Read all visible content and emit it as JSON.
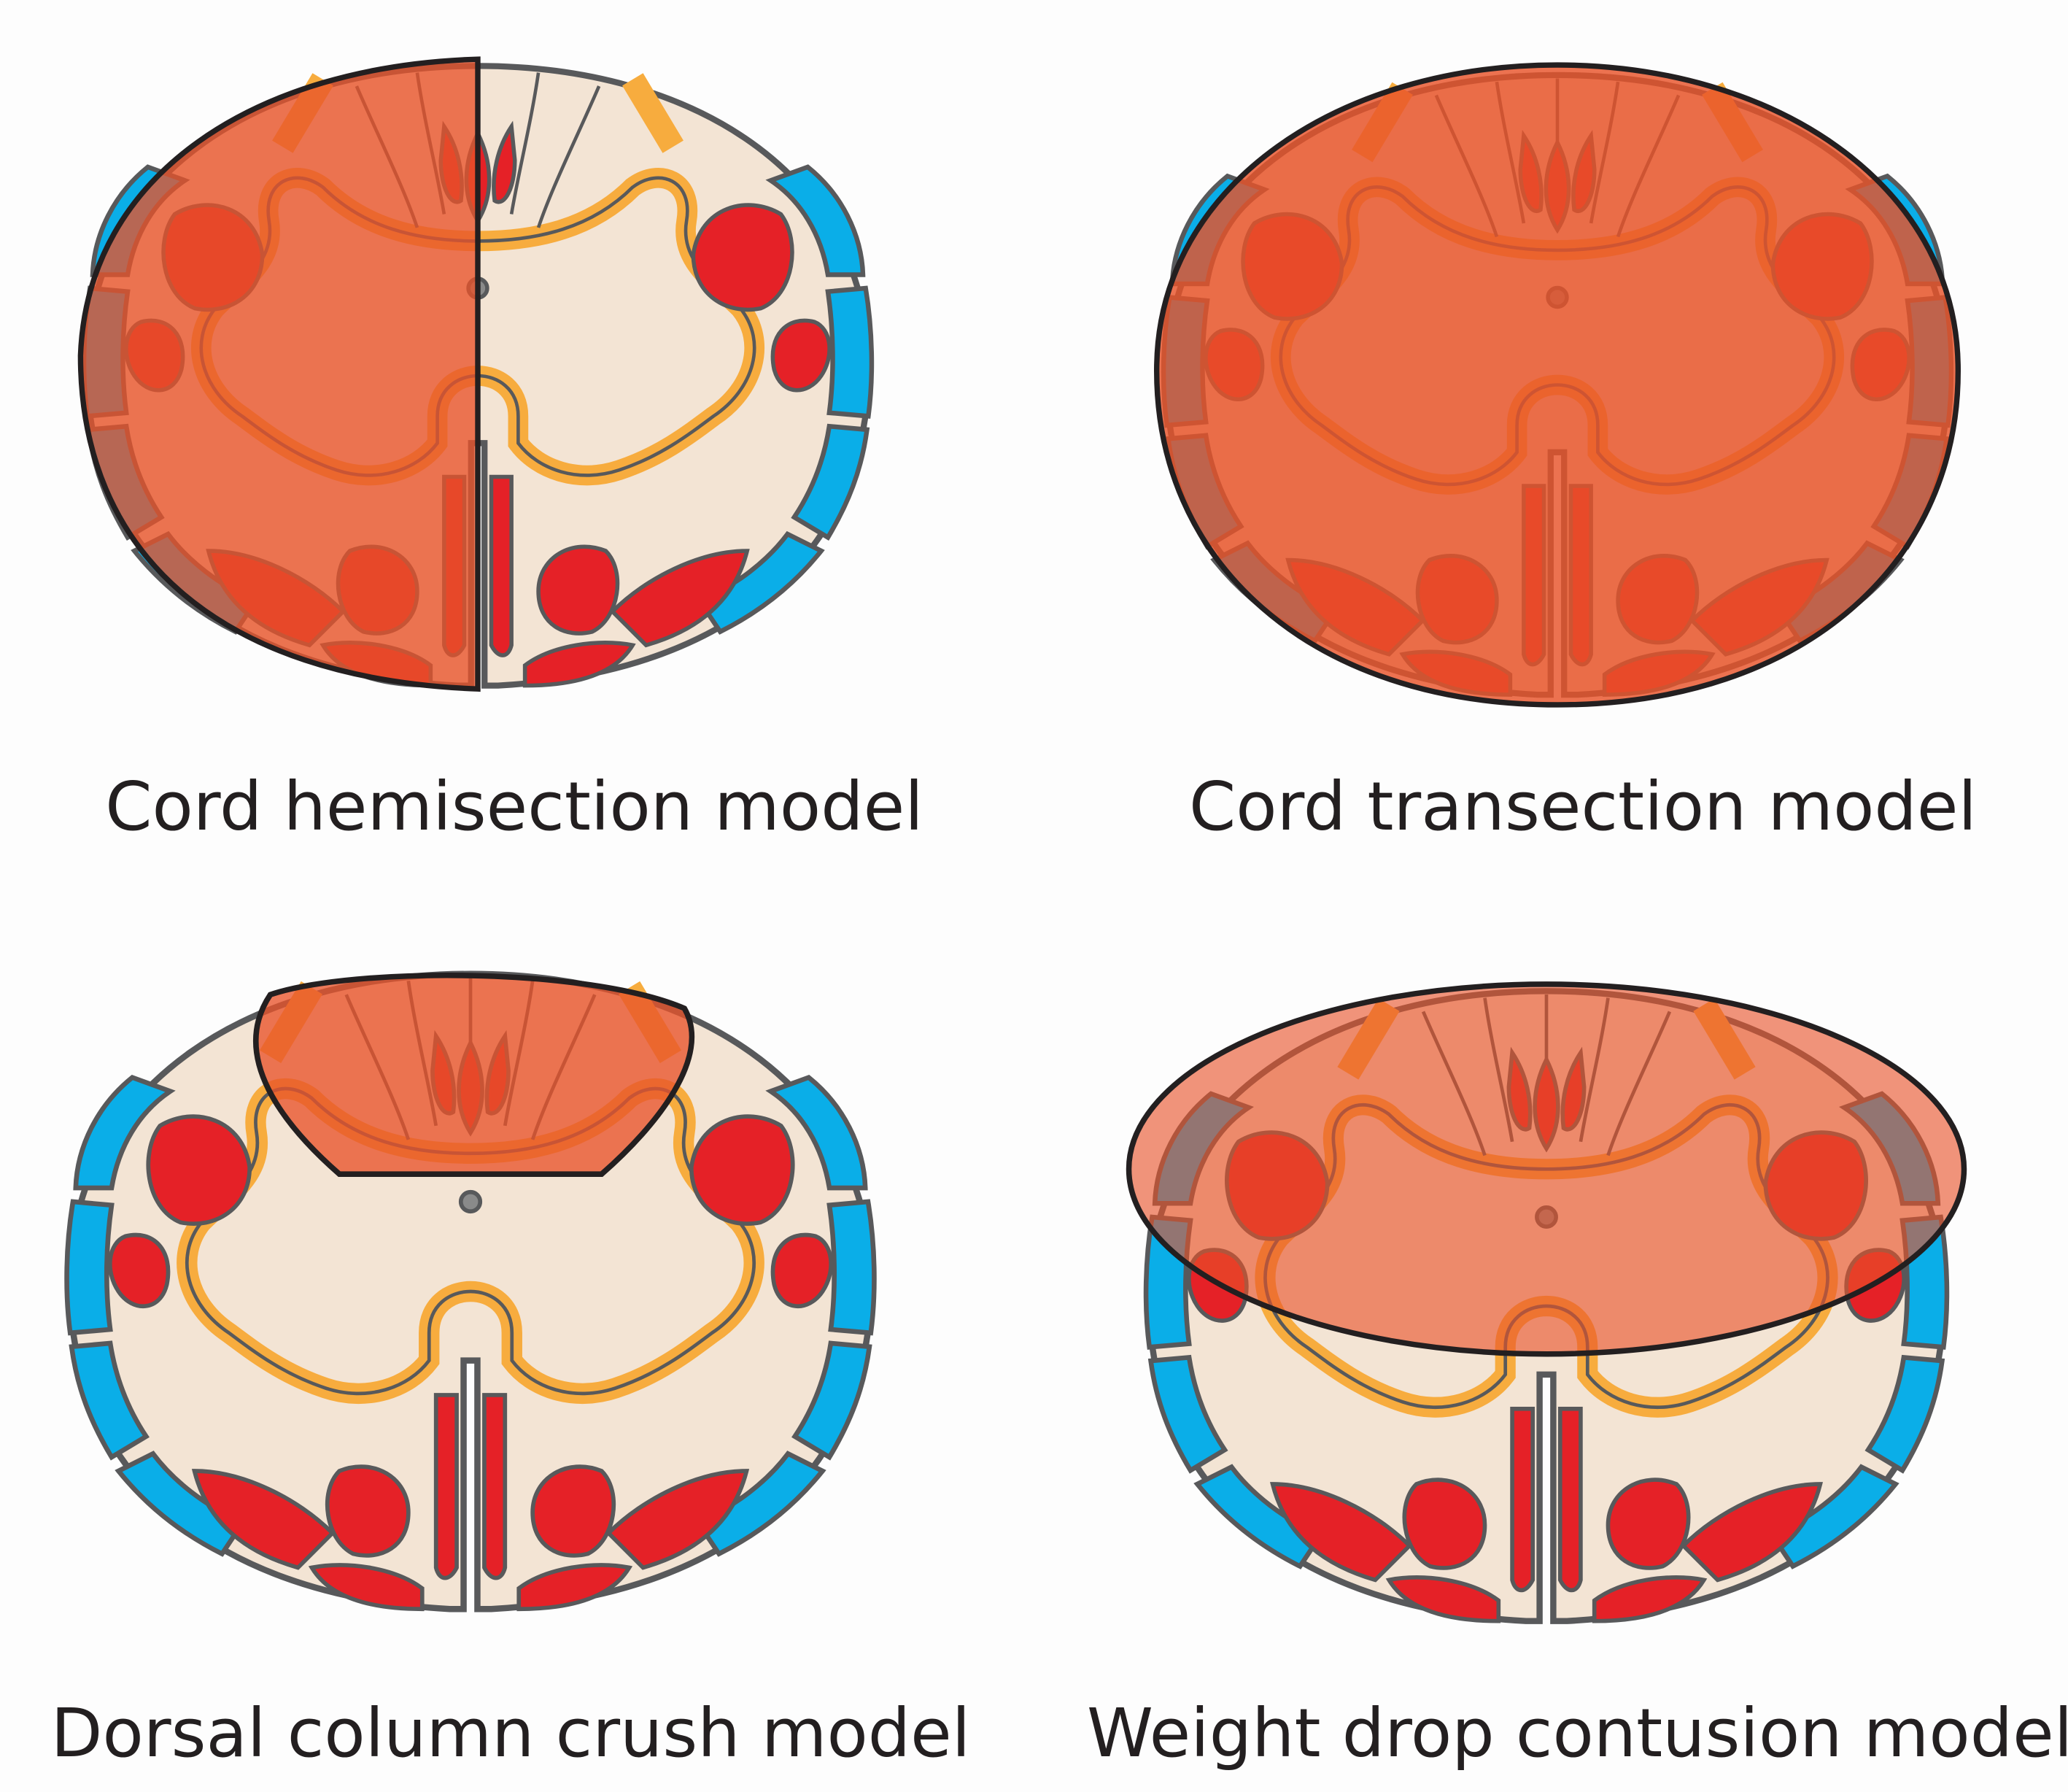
{
  "panels": [
    {
      "id": "hemisection",
      "label": "Cord hemisection model"
    },
    {
      "id": "transection",
      "label": "Cord transection model"
    },
    {
      "id": "dorsal_crush",
      "label": "Dorsal column crush model"
    },
    {
      "id": "contusion",
      "label": "Weight drop contusion model"
    }
  ],
  "colors": {
    "background": "#fdfdfd",
    "white_matter": "#f3e4d4",
    "blue_tract": "#0aaee8",
    "red_tract": "#e52127",
    "yellow_boundary": "#f7ac3e",
    "outline": "#58595b",
    "lesion_fill": "#e8532a",
    "lesion_outline": "#231f20"
  }
}
